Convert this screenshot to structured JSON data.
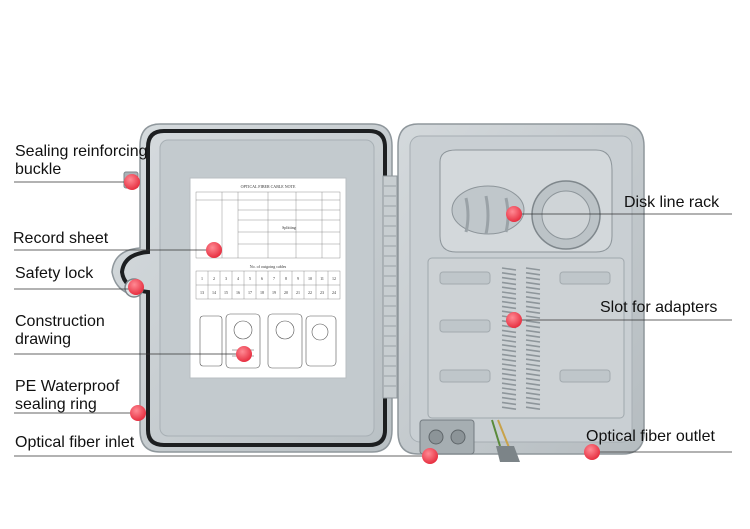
{
  "callouts": [
    {
      "id": "sealing-reinforcing-buckle",
      "text": "Sealing reinforcing\nbuckle"
    },
    {
      "id": "record-sheet",
      "text": "Record sheet"
    },
    {
      "id": "safety-lock",
      "text": "Safety lock"
    },
    {
      "id": "construction-drawing",
      "text": "Construction\ndrawing"
    },
    {
      "id": "pe-waterproof-sealing-ring",
      "text": "PE Waterproof\nsealing ring"
    },
    {
      "id": "optical-fiber-inlet",
      "text": "Optical fiber inlet"
    },
    {
      "id": "disk-line-rack",
      "text": "Disk line rack"
    },
    {
      "id": "slot-for-adapters",
      "text": "Slot for adapters"
    },
    {
      "id": "optical-fiber-outlet",
      "text": "Optical fiber outlet"
    }
  ],
  "record_sheet": {
    "title": "OPTICAL FIBER CABLE NOTE",
    "section_splitting": "Splitting",
    "section_outgoing": "No. of outgoing cables",
    "row1": [
      "1",
      "2",
      "3",
      "4",
      "5",
      "6",
      "7",
      "8",
      "9",
      "10",
      "11",
      "12"
    ],
    "row2": [
      "13",
      "14",
      "15",
      "16",
      "17",
      "18",
      "19",
      "20",
      "21",
      "22",
      "23",
      "24"
    ]
  },
  "colors": {
    "box": "#c9cfd3",
    "box_edge": "#8f979c",
    "marker": "#ee3344",
    "line": "#333333"
  }
}
